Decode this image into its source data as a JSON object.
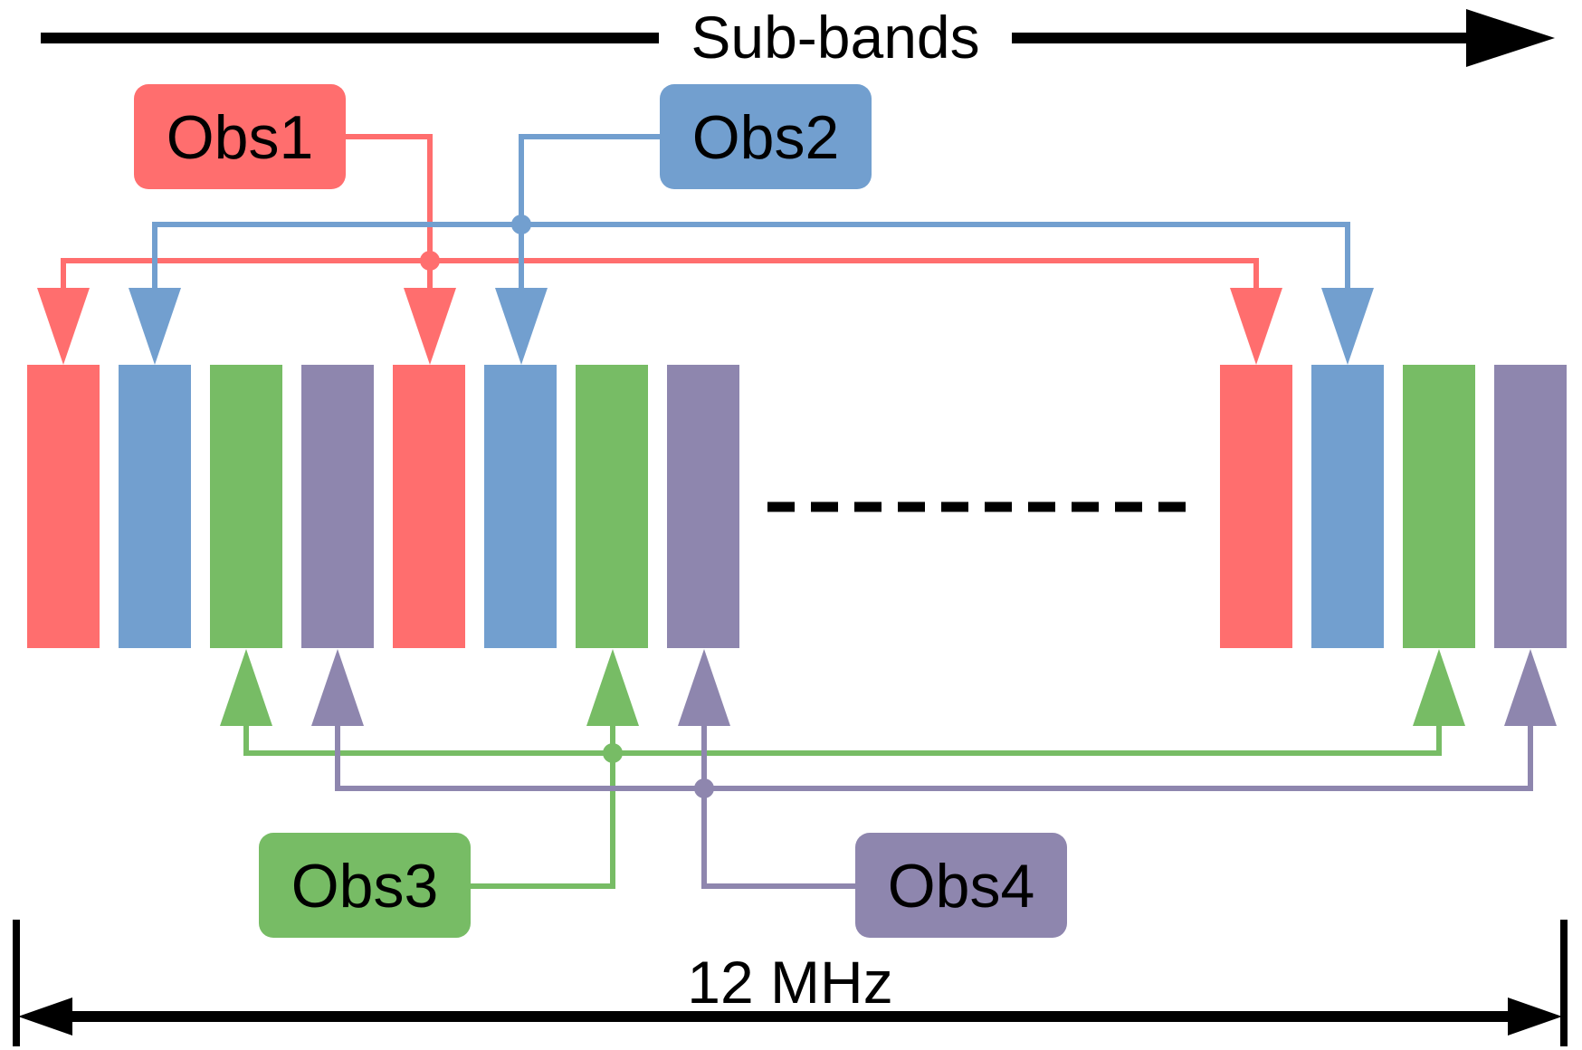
{
  "title": "Sub-bands",
  "bandwidth_label": "12 MHz",
  "colors": {
    "obs1": "#ff6e6e",
    "obs2": "#729fcf",
    "obs3": "#77bc65",
    "obs4": "#8e86ae",
    "ink": "#000000"
  },
  "observations": [
    {
      "id": "obs1",
      "label": "Obs1"
    },
    {
      "id": "obs2",
      "label": "Obs2"
    },
    {
      "id": "obs3",
      "label": "Obs3"
    },
    {
      "id": "obs4",
      "label": "Obs4"
    }
  ],
  "subband_sequence_left": [
    "obs1",
    "obs2",
    "obs3",
    "obs4",
    "obs1",
    "obs2",
    "obs3",
    "obs4"
  ],
  "subband_sequence_right": [
    "obs1",
    "obs2",
    "obs3",
    "obs4"
  ],
  "gap_marker": "dashed-ellipsis"
}
